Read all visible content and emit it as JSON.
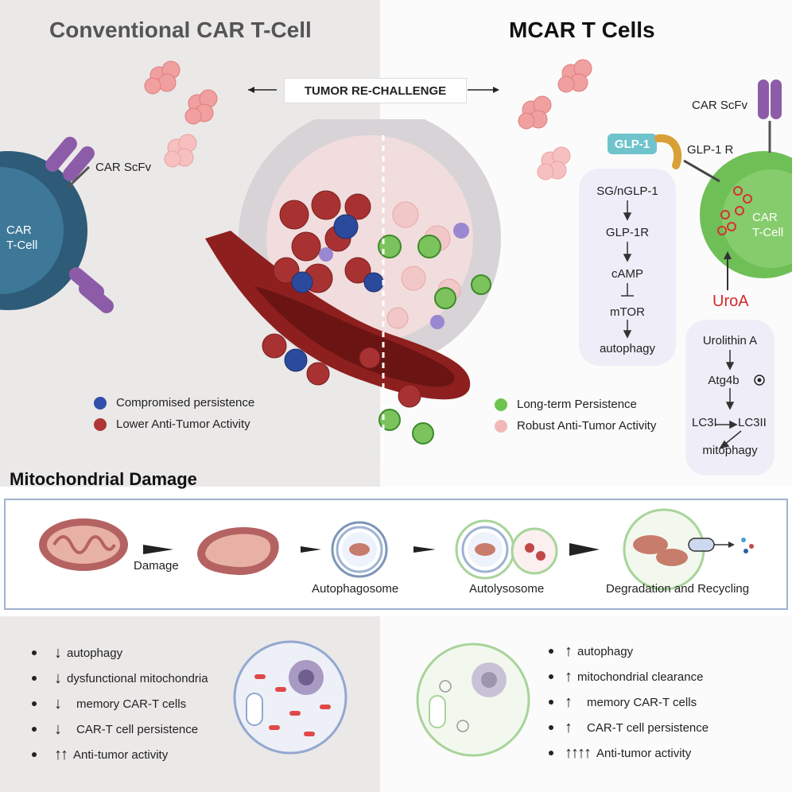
{
  "left_title": "Conventional CAR T-Cell",
  "right_title": "MCAR T Cells",
  "rechallenge": "TUMOR RE-CHALLENGE",
  "left_cell": {
    "scfv": "CAR ScFv",
    "cell_line1": "CAR",
    "cell_line2": "T-Cell"
  },
  "right_cell": {
    "scfv": "CAR ScFv",
    "glp1": "GLP-1",
    "glp1r": "GLP-1 R",
    "cell_line1": "CAR",
    "cell_line2": "T-Cell",
    "uroa": "UroA"
  },
  "pathway1": [
    "SG/nGLP-1",
    "GLP-1R",
    "cAMP",
    "mTOR",
    "autophagy"
  ],
  "pathway2": {
    "top": "Urolithin A",
    "mid": "Atg4b",
    "lc3i": "LC3I",
    "lc3ii": "LC3II",
    "bottom": "mitophagy"
  },
  "legend_left": [
    {
      "label": "Compromised  persistence",
      "color": "#2f4fa8"
    },
    {
      "label": "Lower Anti-Tumor Activity",
      "color": "#b03535"
    }
  ],
  "legend_right": [
    {
      "label": "Long-term Persistence",
      "color": "#6cc44f"
    },
    {
      "label": "Robust Anti-Tumor Activity",
      "color": "#f2b8b8"
    }
  ],
  "damage_title": "Mitochondrial Damage",
  "damage_steps": {
    "damage": "Damage",
    "autophagosome": "Autophagosome",
    "autolysosome": "Autolysosome",
    "degradation": "Degradation and Recycling"
  },
  "left_list": [
    {
      "arrows": "↓",
      "text": "autophagy"
    },
    {
      "arrows": "↓",
      "text": "dysfunctional mitochondria"
    },
    {
      "arrows": "↓",
      "text": "memory CAR-T cells"
    },
    {
      "arrows": "↓",
      "text": "CAR-T cell persistence"
    },
    {
      "arrows": "↑↑",
      "text": "Anti-tumor activity"
    }
  ],
  "right_list": [
    {
      "arrows": "↑",
      "text": "autophagy"
    },
    {
      "arrows": "↑",
      "text": "mitochondrial clearance"
    },
    {
      "arrows": "↑",
      "text": "memory CAR-T cells"
    },
    {
      "arrows": "↑",
      "text": "CAR-T cell persistence"
    },
    {
      "arrows": "↑↑↑↑",
      "text": "Anti-tumor activity"
    }
  ]
}
